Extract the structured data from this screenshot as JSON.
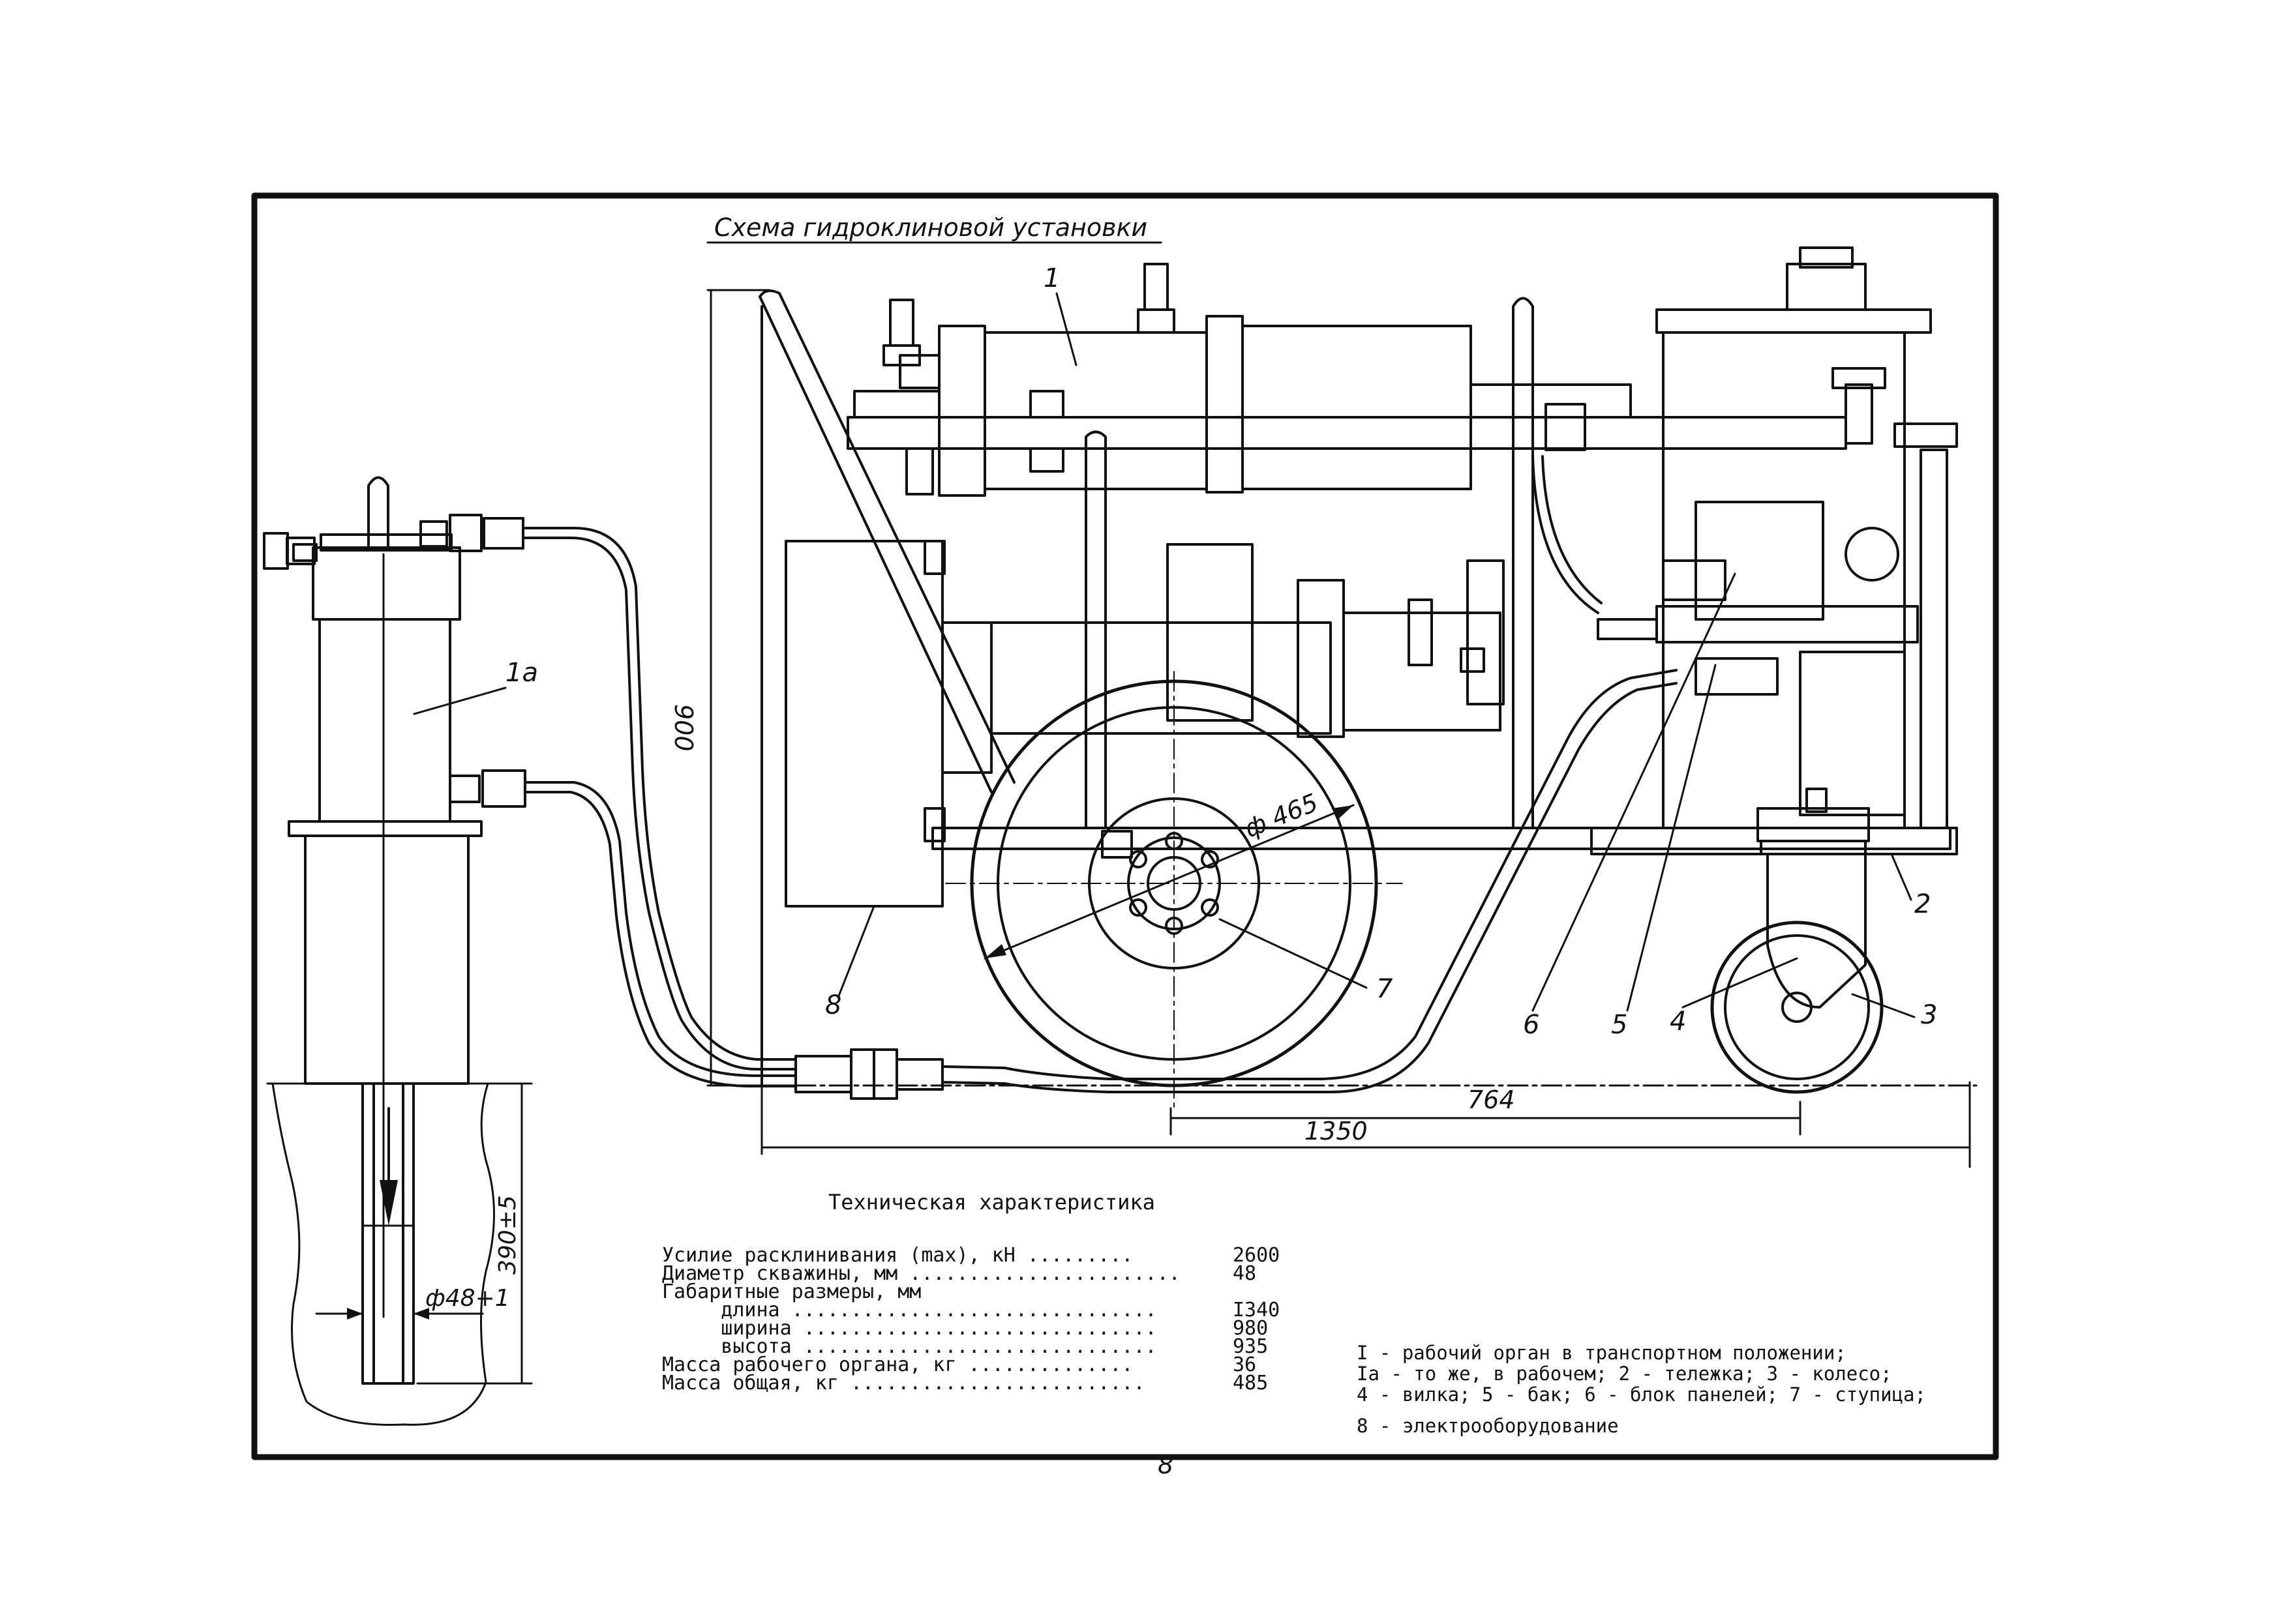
{
  "title": "Схема гидроклиновой установки",
  "page_number": "8",
  "part_labels": [
    "1",
    "1а",
    "2",
    "3",
    "4",
    "5",
    "6",
    "7",
    "8"
  ],
  "dimensions": {
    "height": "900",
    "wheel_diameter": "ф 465",
    "span_764": "764",
    "span_1350": "1350",
    "depth": "390±5",
    "bore_diameter": "ф48+1"
  },
  "specs": {
    "heading": "Техническая характеристика",
    "rows": [
      {
        "label": "Усилие расклинивания (max), кН .........",
        "value": "2600"
      },
      {
        "label": "Диаметр скважины, мм .......................",
        "value": "48"
      },
      {
        "label": "Габаритные размеры, мм",
        "value": ""
      },
      {
        "label": "     длина ...............................",
        "value": "I340"
      },
      {
        "label": "     ширина ..............................",
        "value": "980"
      },
      {
        "label": "     высота ..............................",
        "value": "935"
      },
      {
        "label": "Масса рабочего органа, кг ..............",
        "value": "36"
      },
      {
        "label": "Масса общая, кг .........................",
        "value": "485"
      }
    ]
  },
  "legend": [
    "I - рабочий орган в транспортном положении;",
    "Iа - то же, в рабочем; 2 - тележка; 3 - колесо;",
    "4 - вилка; 5 - бак; 6 - блок панелей; 7 - ступица;",
    "8 - электрооборудование"
  ]
}
